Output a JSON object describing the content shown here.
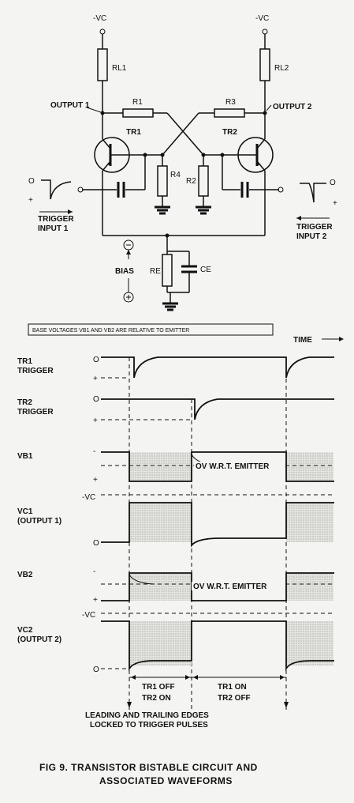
{
  "circuit": {
    "supply_left": "-VC",
    "supply_right": "-VC",
    "rl1": "RL1",
    "rl2": "RL2",
    "output1": "OUTPUT 1",
    "output2": "OUTPUT 2",
    "r1": "R1",
    "r3": "R3",
    "tr1": "TR1",
    "tr2": "TR2",
    "r4": "R4",
    "r2": "R2",
    "trigger_input1": [
      "TRIGGER",
      "INPUT 1"
    ],
    "trigger_input2": [
      "TRIGGER",
      "INPUT 2"
    ],
    "zero_left": "O",
    "plus_left": "+",
    "zero_right": "O",
    "plus_right": "+",
    "bias": "BIAS",
    "re": "RE",
    "ce": "CE"
  },
  "waveforms": {
    "note": "BASE VOLTAGES VB1 AND VB2 ARE RELATIVE TO EMITTER",
    "time_label": "TIME",
    "tr1_trigger": [
      "TR1",
      "TRIGGER"
    ],
    "tr2_trigger": [
      "TR2",
      "TRIGGER"
    ],
    "vb1": "VB1",
    "vc1": [
      "VC1",
      "(OUTPUT 1)"
    ],
    "vb2": "VB2",
    "vc2": [
      "VC2",
      "(OUTPUT 2)"
    ],
    "ov_emitter_1": "OV W.R.T. EMITTER",
    "ov_emitter_2": "OV W.R.T. EMITTER",
    "minus_vc_1": "-VC",
    "minus_vc_2": "-VC",
    "axis_zero": "O",
    "axis_plus": "+",
    "axis_minus": "-",
    "state1": [
      "TR1 OFF",
      "TR2 ON"
    ],
    "state2": [
      "TR1 ON",
      "TR2 OFF"
    ],
    "edges_note": [
      "LEADING AND TRAILING EDGES",
      "LOCKED TO TRIGGER PULSES"
    ]
  },
  "caption": [
    "FIG 9.  TRANSISTOR BISTABLE CIRCUIT AND",
    "ASSOCIATED WAVEFORMS"
  ]
}
